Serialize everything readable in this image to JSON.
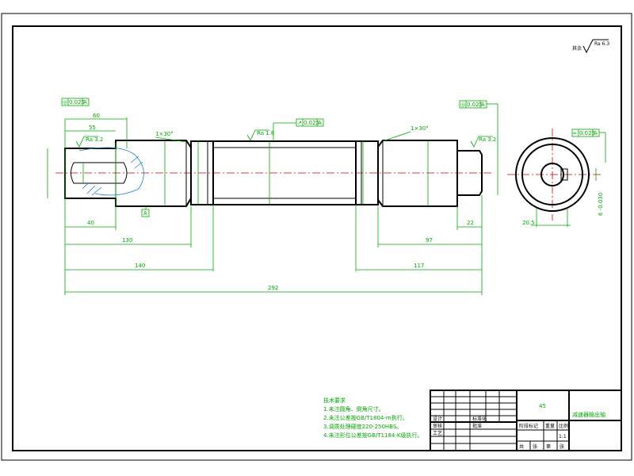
{
  "roughness_general": {
    "prefix": "其余",
    "value": "Ra 6.3"
  },
  "dimensions": {
    "d60": "60",
    "d55": "55",
    "d40": "40",
    "d130": "130",
    "d140": "140",
    "d292": "292",
    "d97": "97",
    "d117": "117",
    "d22": "22"
  },
  "chamfers": {
    "left": "1×30°",
    "right": "1×30°"
  },
  "roughness_marks": {
    "left": "Ra 3.2",
    "mid": "Ra 1.6",
    "right": "Ra 3.2"
  },
  "tolerance_frames": {
    "left": {
      "symbol": "◎",
      "value": "0.025",
      "datum": "A"
    },
    "mid": {
      "symbol": "↗",
      "value": "0.025",
      "datum": "A"
    },
    "right": {
      "symbol": "◎",
      "value": "0.025",
      "datum": "A"
    },
    "section": {
      "symbol": "═",
      "value": "0.025",
      "datum": "A"
    },
    "datum_label": "A"
  },
  "section_labels": {
    "keyway_depth": "20.5",
    "keyway_width": "6 -0.030"
  },
  "notes": {
    "title": "技术要求",
    "items": [
      "1.未注圆角、倒角尺寸。",
      "2.未注公差按GB/T1804-m执行。",
      "3.调质处理硬度220-250HBS。",
      "4.未注形位公差按GB/T1184-K级执行。"
    ]
  },
  "title_block": {
    "material": "45",
    "drawing_name": "减速器输出轴",
    "scale": "1:1",
    "stage": "阶段标记",
    "weight": "重量",
    "ratio": "比例",
    "design": "设计",
    "check": "审核",
    "process": "工艺",
    "standard": "标准化",
    "approve": "批准",
    "sheet_total": "共",
    "sheet": "张",
    "sheet_no": "第",
    "sheet_unit": "张"
  },
  "colors": {
    "outline": "#000000",
    "dimension": "#00aa00",
    "centerline": "#cc0000",
    "hatch": "#1b7fc4"
  }
}
